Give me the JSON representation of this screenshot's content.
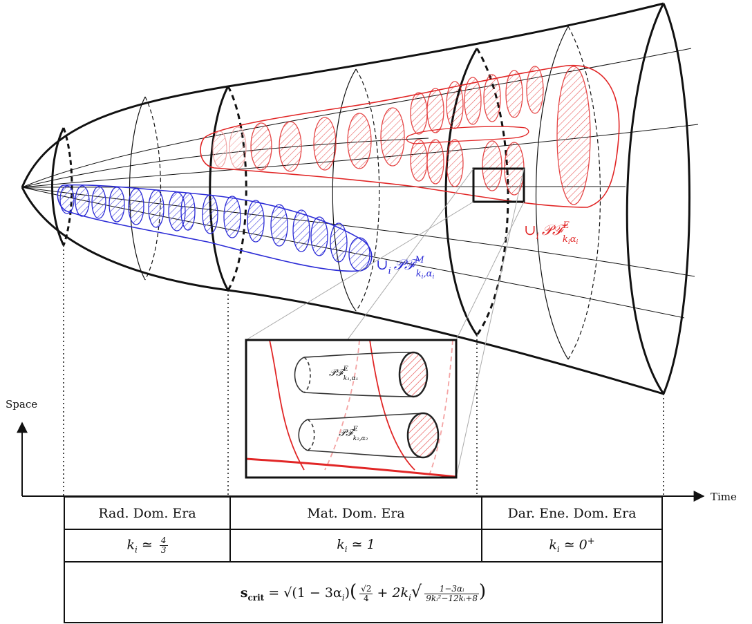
{
  "axes": {
    "y_label": "Space",
    "x_label": "Time"
  },
  "labels": {
    "blue_union": "∪",
    "blue_sub_i": "i",
    "blue_family": "𝒫ℱ",
    "blue_sup": "M",
    "blue_sub": "k",
    "blue_sub_i2": "i",
    "blue_sub_alpha": ",α",
    "blue_sub_alpha_i": "i",
    "red_union": "∪",
    "red_sub_i": "i",
    "red_family": "𝒫ℱ",
    "red_sup": "E",
    "red_sub": "k",
    "red_sub_i2": "i",
    "red_sub_alpha": "α",
    "red_sub_alpha_i": "i",
    "inset_top_family": "𝒫ℱ",
    "inset_top_sup": "E",
    "inset_top_sub": "k₁,α₁",
    "inset_bot_family": "𝒫ℱ",
    "inset_bot_sup": "E",
    "inset_bot_sub": "k₂,α₂"
  },
  "table": {
    "eras": [
      "Rad. Dom. Era",
      "Mat. Dom. Era",
      "Dar. Ene. Dom. Era"
    ],
    "k_values": [
      {
        "lhs": "k",
        "sub": "i",
        "rel": " ≃ ",
        "num": "4",
        "den": "3"
      },
      {
        "lhs": "k",
        "sub": "i",
        "rel": " ≃ ",
        "val": "1"
      },
      {
        "lhs": "k",
        "sub": "i",
        "rel": " ≃ ",
        "val": "0",
        "sup": "+"
      }
    ],
    "formula": {
      "lhs": "s",
      "lhs_sub": "crit",
      "eq": " = ",
      "root1": "√(1 − 3α",
      "root1_sub": "i",
      "root1_end": ")",
      "paren_open": "(",
      "term1_num": "√2",
      "term1_den": "4",
      "plus": " + 2k",
      "plus_sub": "i",
      "root2": "√",
      "term2_num": "1−3αᵢ",
      "term2_den": "9kᵢ²−12kᵢ+8",
      "paren_close": ")"
    }
  },
  "colors": {
    "black": "#111111",
    "blue": "#2b2bd6",
    "red": "#e12626",
    "light_red": "#f2a0a0",
    "grey": "#9a9a9a"
  }
}
